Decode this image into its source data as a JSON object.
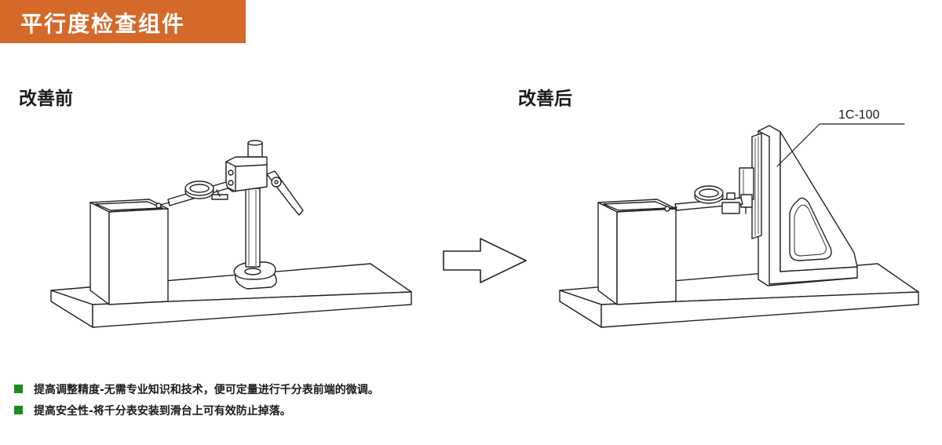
{
  "header": {
    "title": "平行度检查组件",
    "bg_color": "#d4692a"
  },
  "before": {
    "label": "改善前"
  },
  "after": {
    "label": "改善后",
    "part_label": "1C-100"
  },
  "bullets": [
    {
      "text": "提高调整精度-无需专业知识和技术，便可定量进行千分表前端的微调。",
      "marker_color": "#1e8a1e"
    },
    {
      "text": "提高安全性-将千分表安装到滑台上可有效防止掉落。",
      "marker_color": "#1e8a1e"
    }
  ]
}
